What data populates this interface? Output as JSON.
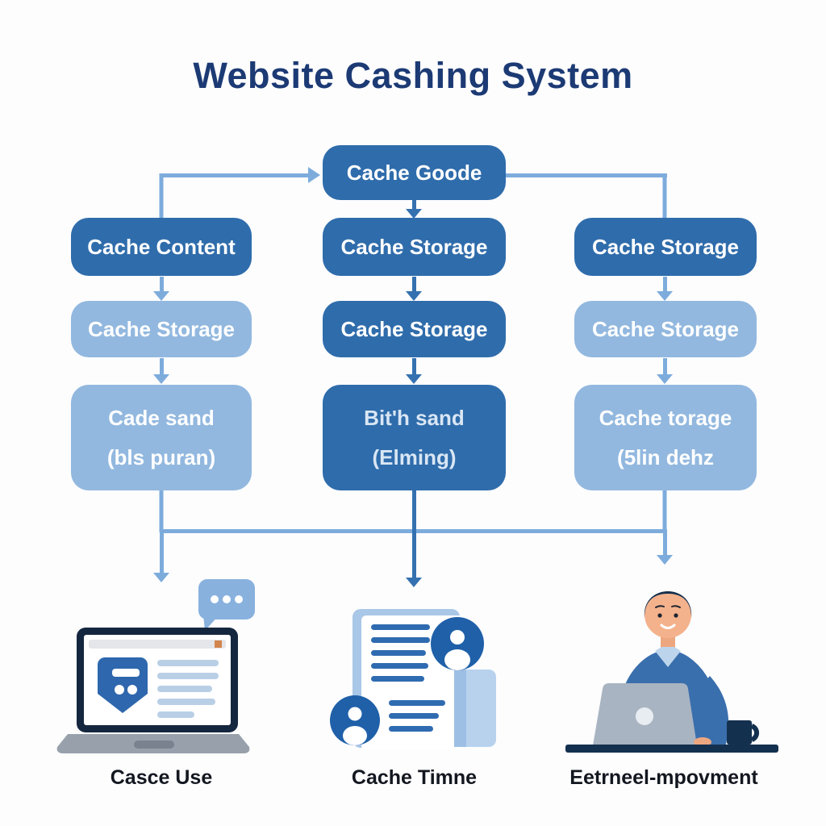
{
  "title": "Website Cashing System",
  "colors": {
    "title_navy": "#1c3a74",
    "box_medium": "#2f6cab",
    "box_light": "#92b8df",
    "arrow_light": "#7dacdc",
    "arrow_medium": "#3571b0",
    "caption_text": "#13171f"
  },
  "flow": {
    "root": {
      "label": "Cache Goode"
    },
    "columns": [
      {
        "caption": "Casce Use",
        "icon": "laptop-browser-with-chat-bubble",
        "rows": [
          {
            "label": "Cache Content"
          },
          {
            "label": "Cache Storage"
          },
          {
            "label": "Cade sand",
            "label2": "(bls puran)"
          }
        ]
      },
      {
        "caption": "Cache Timne",
        "icon": "document-with-user-badges",
        "rows": [
          {
            "label": "Cache Storage"
          },
          {
            "label": "Cache Storage"
          },
          {
            "label": "Bit'h sand",
            "label2": "(Elming)"
          }
        ]
      },
      {
        "caption": "Eetrneel-mpovment",
        "icon": "person-working-at-laptop",
        "rows": [
          {
            "label": "Cache Storage"
          },
          {
            "label": "Cache Storage"
          },
          {
            "label": "Cache torage",
            "label2": "(5lin dehz"
          }
        ]
      }
    ]
  }
}
